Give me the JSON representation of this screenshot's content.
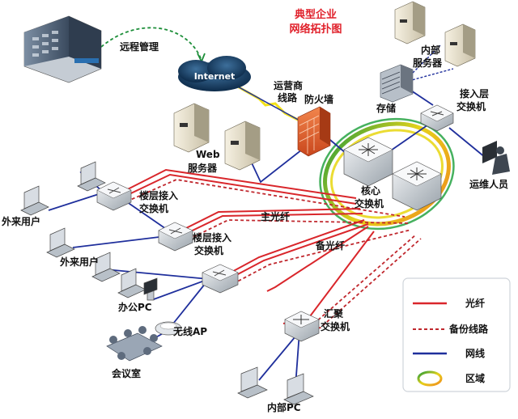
{
  "title": {
    "line1": "典型企业",
    "line2": "网络拓扑图"
  },
  "labels": {
    "remote_mgmt": "远程管理",
    "internet": "Internet",
    "isp_line_1": "运营商",
    "isp_line_2": "线路",
    "firewall": "防火墙",
    "web_server_1": "Web",
    "web_server_2": "服务器",
    "internal_server_1": "内部",
    "internal_server_2": "服务器",
    "storage": "存储",
    "access_switch_1": "接入层",
    "access_switch_2": "交换机",
    "ops_staff": "运维人员",
    "core_switch_1": "核心",
    "core_switch_2": "交换机",
    "main_fiber": "主光纤",
    "backup_fiber": "备光纤",
    "floor_switch_a_1": "楼层接入",
    "floor_switch_a_2": "交换机",
    "floor_switch_b_1": "楼层接入",
    "floor_switch_b_2": "交换机",
    "guest_user_a": "外来用户",
    "guest_user_b": "外来用户",
    "office_pc": "办公PC",
    "wireless_ap": "无线AP",
    "meeting_room": "会议室",
    "agg_switch_1": "汇聚",
    "agg_switch_2": "交换机",
    "internal_pc": "内部PC"
  },
  "legend": {
    "fiber": "光纤",
    "backup_line": "备份线路",
    "network_cable": "网线",
    "zone": "区域"
  },
  "colors": {
    "fiber": "#d9262b",
    "backup": "#c0272d",
    "cable": "#1f2f9c",
    "wan": "#f3e21a",
    "mgmt": "#1e8f3a",
    "title": "#e0202a"
  }
}
